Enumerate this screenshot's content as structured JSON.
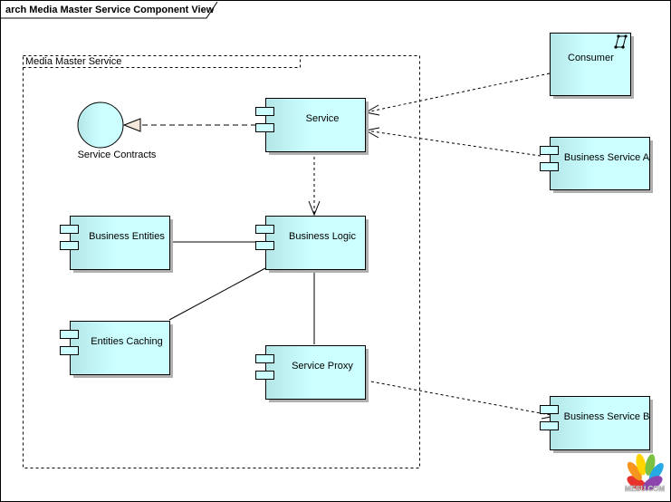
{
  "diagram": {
    "title": "arch Media Master Service Component View",
    "package": {
      "name": "Media Master Service"
    },
    "interface": {
      "name": "Service Contracts"
    },
    "components": {
      "service": "Service",
      "business_logic": "Business Logic",
      "business_entities": "Business Entities",
      "entities_caching": "Entities Caching",
      "service_proxy": "Service Proxy",
      "consumer": "Consumer",
      "business_service_a": "Business Service A",
      "business_service_b": "Business Service B"
    },
    "watermark": "MESU.COM",
    "colors": {
      "component_fill_light": "#CCFFFF",
      "component_fill_dark": "#B4E6E8",
      "shadow": "#B0B0B0",
      "interface_arrow_fill": "#F5E9DC"
    }
  }
}
